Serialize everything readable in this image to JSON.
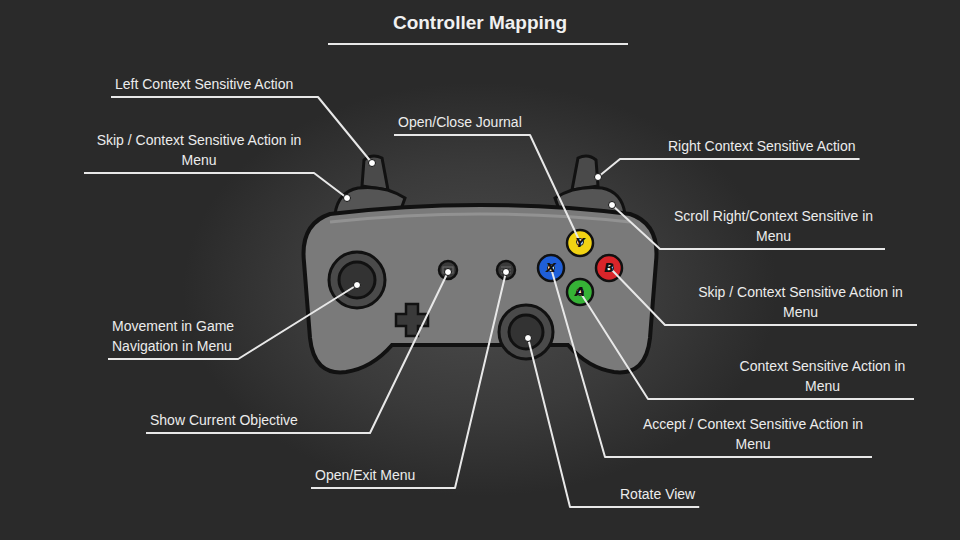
{
  "diagram": {
    "title": "Controller Mapping",
    "labels": [
      "Left Context Sensitive Action",
      "Skip / Context Sensitive Action in Menu",
      "Open/Close Journal",
      "Right Context Sensitive Action",
      "Scroll Right/Context Sensitive in Menu",
      "Skip / Context Sensitive Action in Menu",
      "Movement in Game Navigation in Menu",
      "Context Sensitive Action in Menu",
      "Show Current Objective",
      "Accept / Context Sensitive Action in Menu",
      "Open/Exit Menu",
      "Rotate View",
      "Y",
      "X",
      "B",
      "A"
    ]
  }
}
